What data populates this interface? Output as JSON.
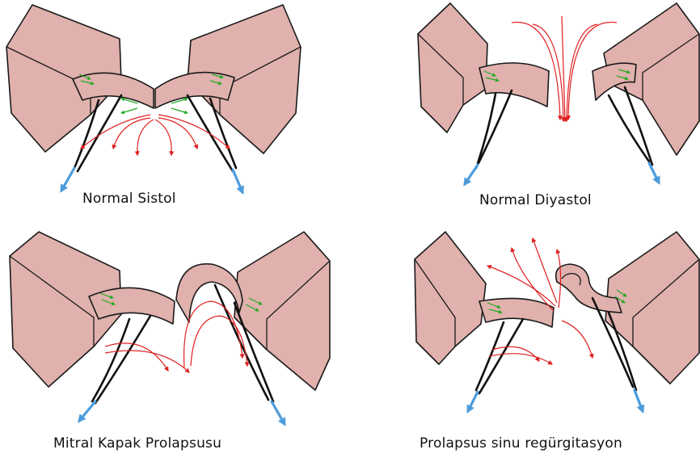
{
  "panels": [
    {
      "caption": "Normal Sistol"
    },
    {
      "caption": "Normal Diyastol"
    },
    {
      "caption": "Mitral Kapak Prolapsusu"
    },
    {
      "caption": "Prolapsus sinu regürgitasyon"
    }
  ],
  "colors": {
    "tissue": "#e0b1ad",
    "outline": "#1a1a1a",
    "blood_flow_arrows": "#e02020",
    "papillary_muscle_arrows": "#4c9cdc",
    "leaflet_fibers": "#22aa22"
  }
}
